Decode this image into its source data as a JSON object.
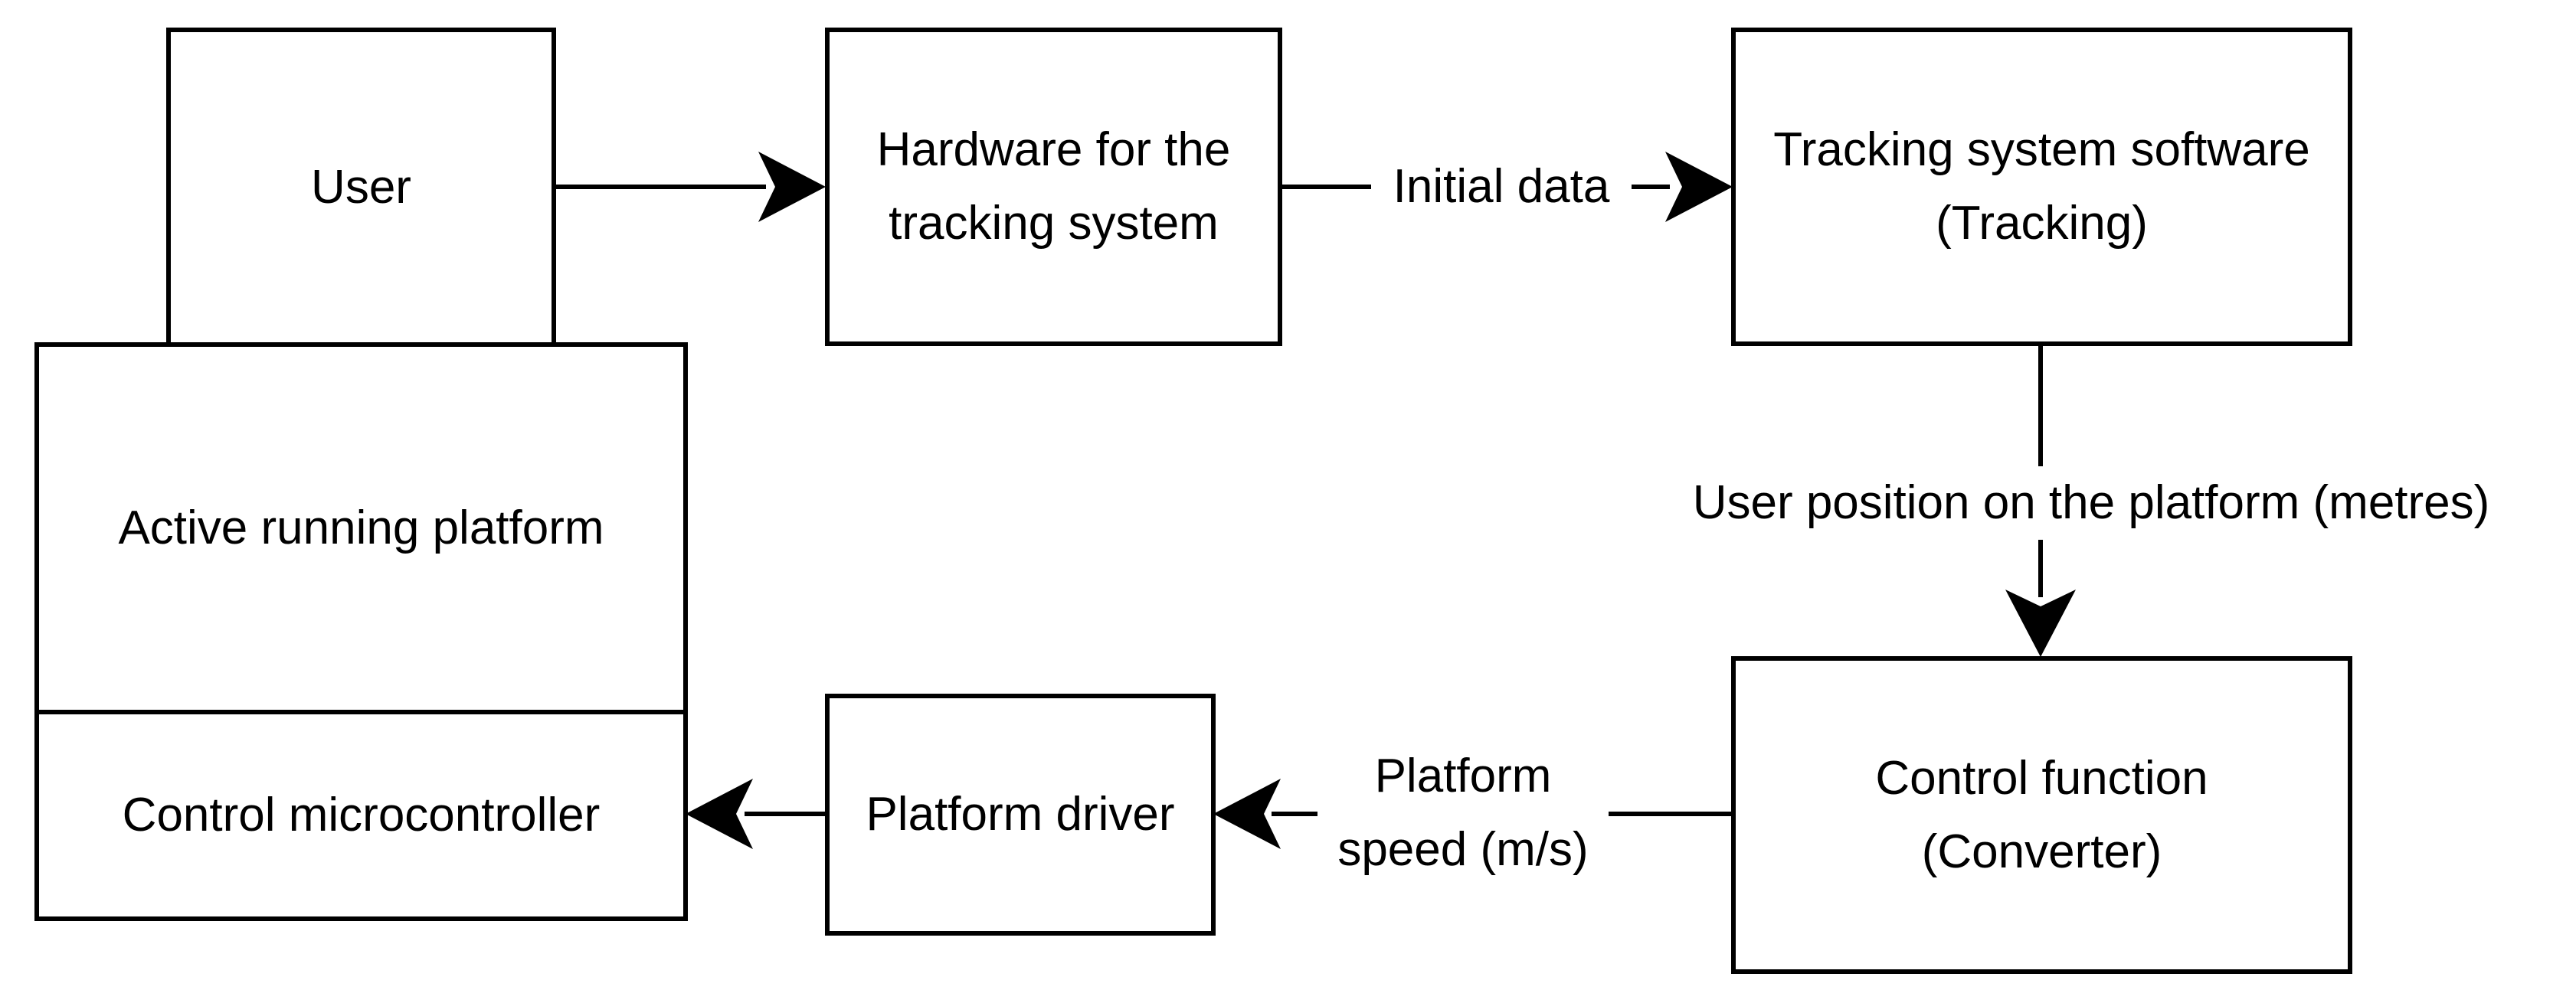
{
  "diagram": {
    "nodes": {
      "user": "User",
      "hardware": "Hardware for the\ntracking system",
      "tracking_software": "Tracking system software\n(Tracking)",
      "active_platform": "Active running platform",
      "control_microcontroller": "Control microcontroller",
      "platform_driver": "Platform driver",
      "control_function": "Control function\n(Converter)"
    },
    "edge_labels": {
      "initial_data": "Initial data",
      "user_position": "User position on the platform (metres)",
      "platform_speed": "Platform\nspeed (m/s)"
    }
  }
}
